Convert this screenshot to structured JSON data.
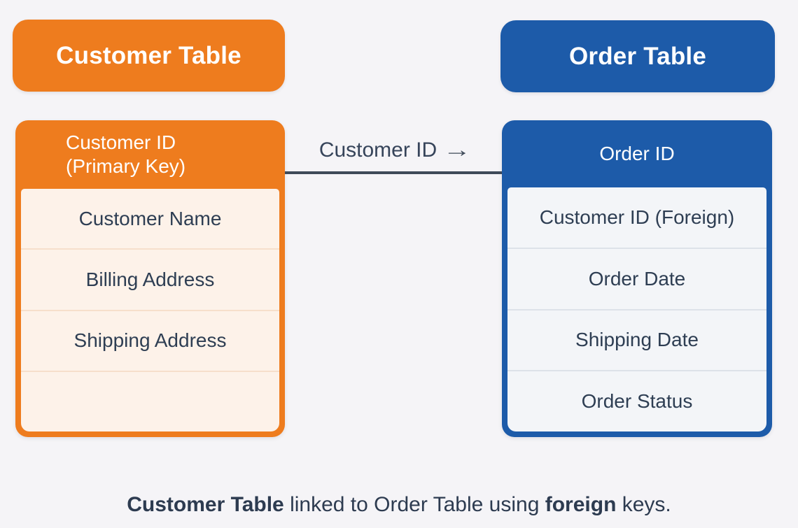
{
  "diagram": {
    "customer_table": {
      "title": "Customer Table",
      "header_line1": "Customer ID",
      "header_line2": "(Primary Key)",
      "rows": [
        "Customer Name",
        "Billing Address",
        "Shipping Address",
        ""
      ]
    },
    "order_table": {
      "title": "Order Table",
      "header": "Order ID",
      "rows": [
        "Customer ID (Foreign)",
        "Order Date",
        "Shipping Date",
        "Order Status"
      ]
    },
    "link": {
      "label": "Customer ID",
      "arrow": "→"
    },
    "caption": {
      "part1_bold": "Customer Table",
      "part2": " linked to Order Table using ",
      "part3_bold": "foreign",
      "part4": " keys."
    },
    "colors": {
      "customer_accent": "#ee7c1e",
      "customer_body": "#fdf2e9",
      "order_accent": "#1d5ba9",
      "order_body": "#f3f5f8",
      "text_navy": "#2e3e53",
      "line": "#3f4a59",
      "background": "#f5f4f7"
    }
  }
}
